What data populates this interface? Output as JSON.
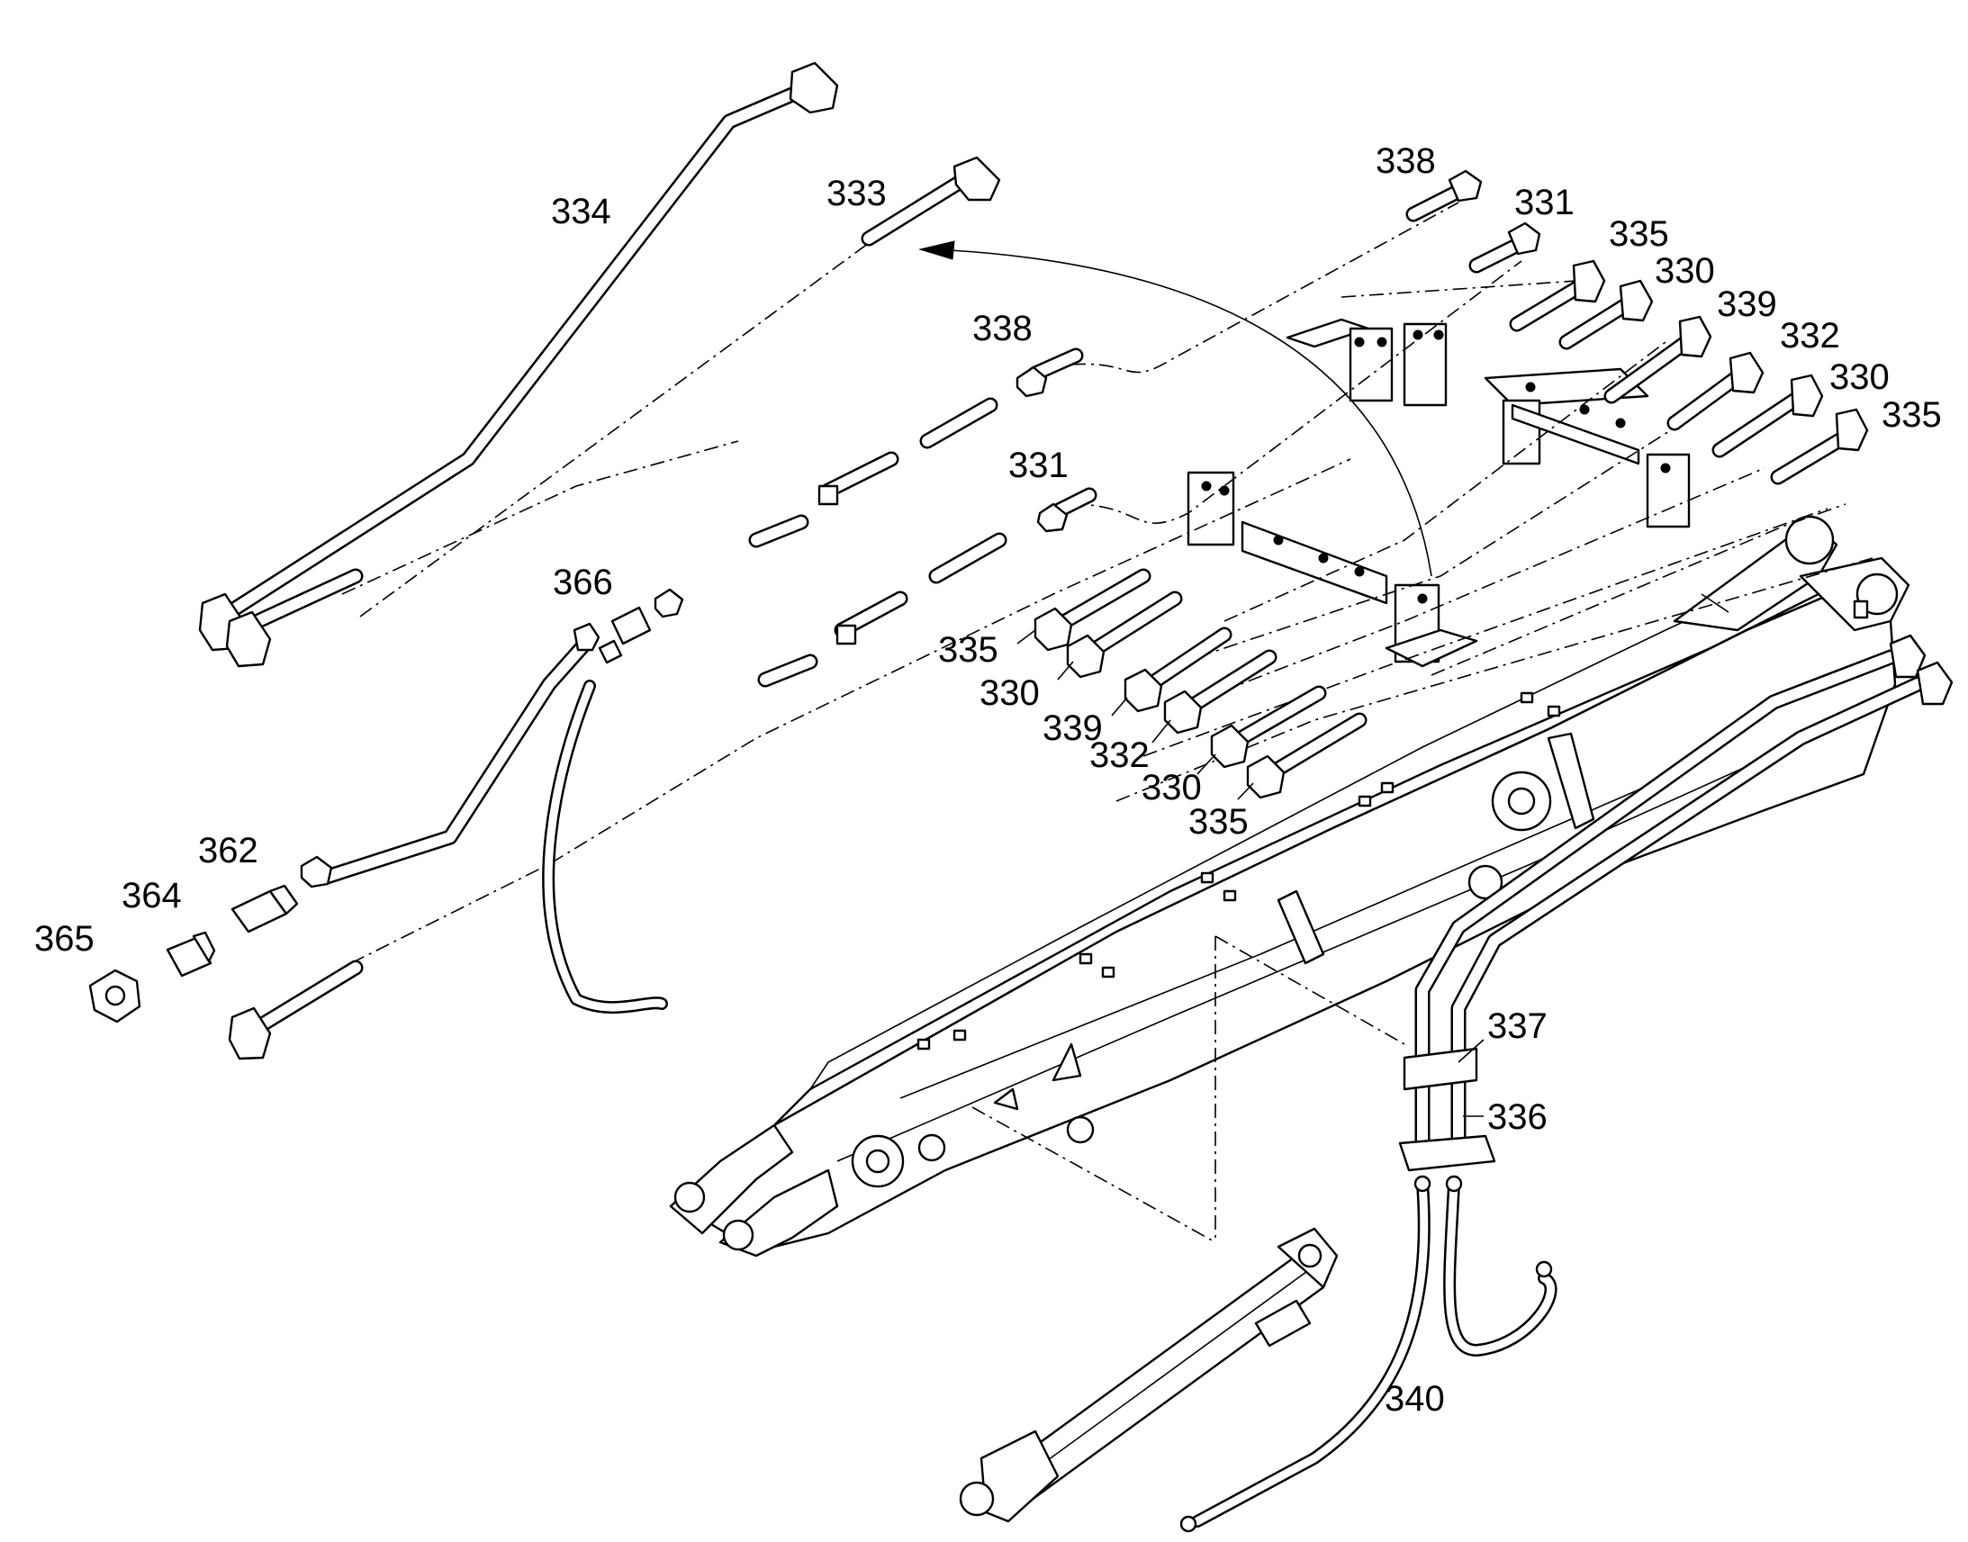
{
  "callouts": {
    "c334": "334",
    "c333": "333",
    "c338_top": "338",
    "c331_top": "331",
    "c335_top": "335",
    "c330_top": "330",
    "c339_top": "339",
    "c332_top": "332",
    "c330_top2": "330",
    "c335_top2": "335",
    "c338_mid": "338",
    "c331_mid": "331",
    "c366": "366",
    "c335_low": "335",
    "c330_low": "330",
    "c339_low": "339",
    "c332_low": "332",
    "c330_low2": "330",
    "c335_low2": "335",
    "c362": "362",
    "c364": "364",
    "c365": "365",
    "c337": "337",
    "c336": "336",
    "c340": "340"
  }
}
